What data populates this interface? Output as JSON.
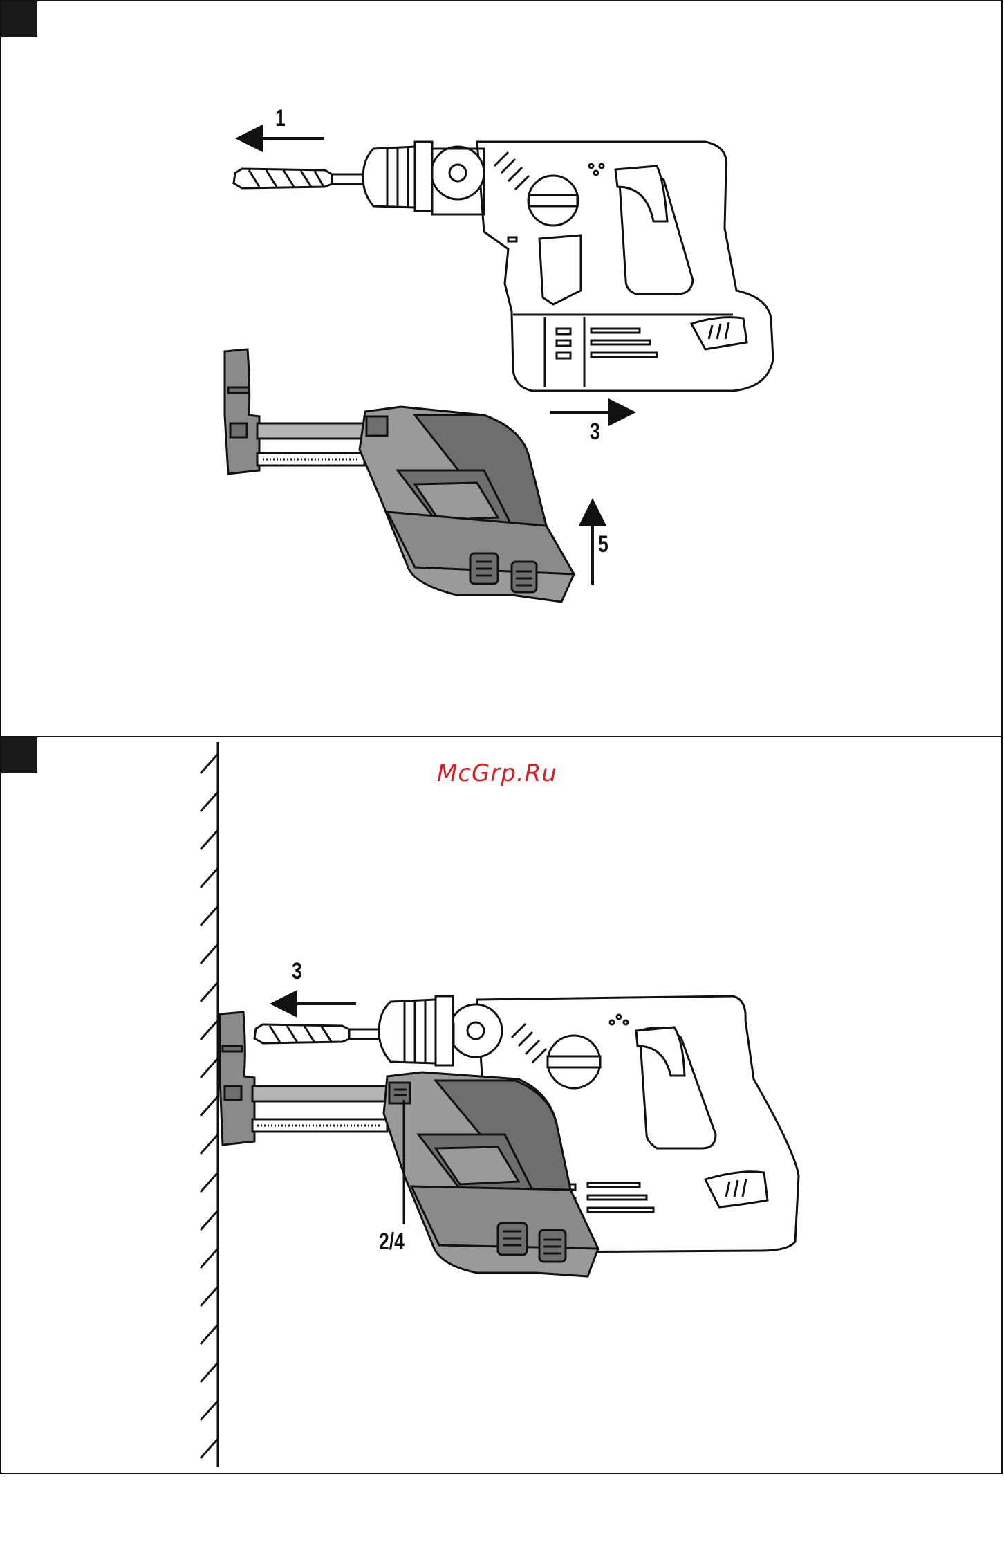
{
  "figure1": {
    "step_labels": {
      "remove_bit": "1",
      "slide_back": "3",
      "lift": "5"
    }
  },
  "figure2": {
    "step_labels": {
      "push": "3",
      "latch": "2/4"
    }
  },
  "watermark": "McGrp.Ru",
  "colors": {
    "line": "#111111",
    "dust_dark": "#6e6e6e",
    "dust_mid": "#8f8f8f",
    "dust_light": "#b5b5b5",
    "watermark": "#d32020"
  }
}
